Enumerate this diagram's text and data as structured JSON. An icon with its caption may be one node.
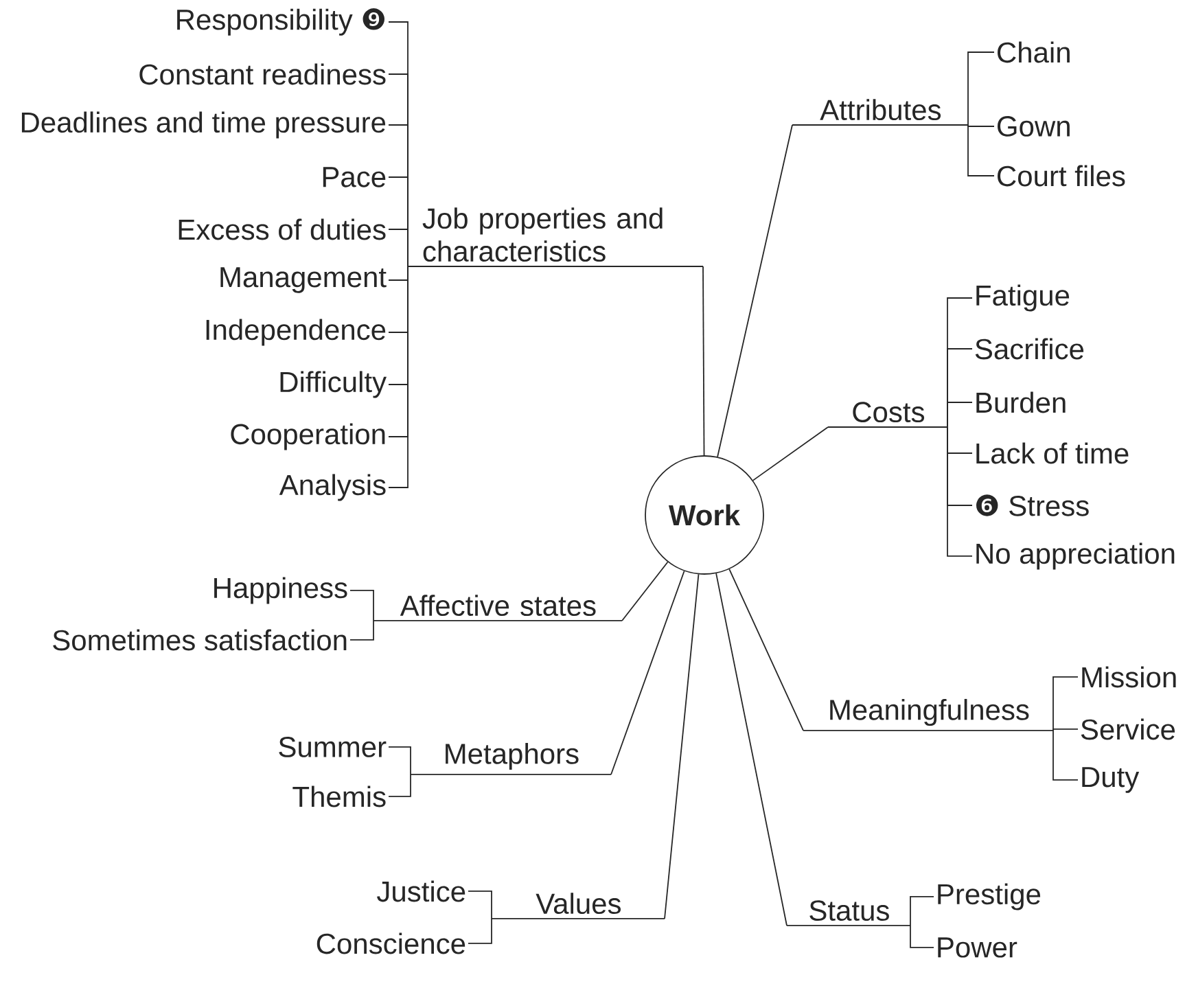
{
  "diagram": {
    "nodes": [
      {
        "text": [
          "Work"
        ]
      },
      {
        "text": [
          "Job properties and characteristics"
        ]
      },
      {
        "text": [
          "Responsibility ❾"
        ]
      },
      {
        "text": [
          "Constant readiness"
        ]
      },
      {
        "text": [
          "Deadlines and time pressure"
        ]
      },
      {
        "text": [
          "Pace"
        ]
      },
      {
        "text": [
          "Excess of duties"
        ]
      },
      {
        "text": [
          "Management"
        ]
      },
      {
        "text": [
          "Independence"
        ]
      },
      {
        "text": [
          "Difficulty"
        ]
      },
      {
        "text": [
          "Cooperation"
        ]
      },
      {
        "text": [
          "Analysis"
        ]
      },
      {
        "text": [
          "Attributes"
        ]
      },
      {
        "text": [
          "Chain"
        ]
      },
      {
        "text": [
          "Gown"
        ]
      },
      {
        "text": [
          "Court files"
        ]
      },
      {
        "text": [
          "Costs"
        ]
      },
      {
        "text": [
          "Fatigue"
        ]
      },
      {
        "text": [
          "Sacrifice"
        ]
      },
      {
        "text": [
          "Burden"
        ]
      },
      {
        "text": [
          "Lack of time"
        ]
      },
      {
        "text": [
          "❻ Stress"
        ]
      },
      {
        "text": [
          "No appreciation"
        ]
      },
      {
        "text": [
          "Affective states"
        ]
      },
      {
        "text": [
          "Happiness"
        ]
      },
      {
        "text": [
          "Sometimes satisfaction"
        ]
      },
      {
        "text": [
          "Meaningfulness"
        ]
      },
      {
        "text": [
          "Mission"
        ]
      },
      {
        "text": [
          "Service"
        ]
      },
      {
        "text": [
          "Duty"
        ]
      },
      {
        "text": [
          "Metaphors"
        ]
      },
      {
        "text": [
          "Summer"
        ]
      },
      {
        "text": [
          "Themis"
        ]
      },
      {
        "text": [
          "Values"
        ]
      },
      {
        "text": [
          "Justice"
        ]
      },
      {
        "text": [
          "Conscience"
        ]
      },
      {
        "text": [
          "Status"
        ]
      },
      {
        "text": [
          "Prestige"
        ]
      },
      {
        "text": [
          "Power"
        ]
      }
    ],
    "edges": [
      {
        "from": 0,
        "to": 1,
        "arrow": "none"
      },
      {
        "from": 1,
        "to": 2,
        "arrow": "none"
      },
      {
        "from": 1,
        "to": 3,
        "arrow": "none"
      },
      {
        "from": 1,
        "to": 4,
        "arrow": "none"
      },
      {
        "from": 1,
        "to": 5,
        "arrow": "none"
      },
      {
        "from": 1,
        "to": 6,
        "arrow": "none"
      },
      {
        "from": 1,
        "to": 7,
        "arrow": "none"
      },
      {
        "from": 1,
        "to": 8,
        "arrow": "none"
      },
      {
        "from": 1,
        "to": 9,
        "arrow": "none"
      },
      {
        "from": 1,
        "to": 10,
        "arrow": "none"
      },
      {
        "from": 1,
        "to": 11,
        "arrow": "none"
      },
      {
        "from": 0,
        "to": 12,
        "arrow": "none"
      },
      {
        "from": 12,
        "to": 13,
        "arrow": "none"
      },
      {
        "from": 12,
        "to": 14,
        "arrow": "none"
      },
      {
        "from": 12,
        "to": 15,
        "arrow": "none"
      },
      {
        "from": 0,
        "to": 16,
        "arrow": "none"
      },
      {
        "from": 16,
        "to": 17,
        "arrow": "none"
      },
      {
        "from": 16,
        "to": 18,
        "arrow": "none"
      },
      {
        "from": 16,
        "to": 19,
        "arrow": "none"
      },
      {
        "from": 16,
        "to": 20,
        "arrow": "none"
      },
      {
        "from": 16,
        "to": 21,
        "arrow": "none"
      },
      {
        "from": 16,
        "to": 22,
        "arrow": "none"
      },
      {
        "from": 0,
        "to": 23,
        "arrow": "none"
      },
      {
        "from": 23,
        "to": 24,
        "arrow": "none"
      },
      {
        "from": 23,
        "to": 25,
        "arrow": "none"
      },
      {
        "from": 0,
        "to": 26,
        "arrow": "none"
      },
      {
        "from": 26,
        "to": 27,
        "arrow": "none"
      },
      {
        "from": 26,
        "to": 28,
        "arrow": "none"
      },
      {
        "from": 26,
        "to": 29,
        "arrow": "none"
      },
      {
        "from": 0,
        "to": 30,
        "arrow": "none"
      },
      {
        "from": 30,
        "to": 31,
        "arrow": "none"
      },
      {
        "from": 30,
        "to": 32,
        "arrow": "none"
      },
      {
        "from": 0,
        "to": 33,
        "arrow": "none"
      },
      {
        "from": 33,
        "to": 34,
        "arrow": "none"
      },
      {
        "from": 33,
        "to": 35,
        "arrow": "none"
      },
      {
        "from": 0,
        "to": 36,
        "arrow": "none"
      },
      {
        "from": 36,
        "to": 37,
        "arrow": "none"
      },
      {
        "from": 36,
        "to": 38,
        "arrow": "none"
      }
    ]
  }
}
